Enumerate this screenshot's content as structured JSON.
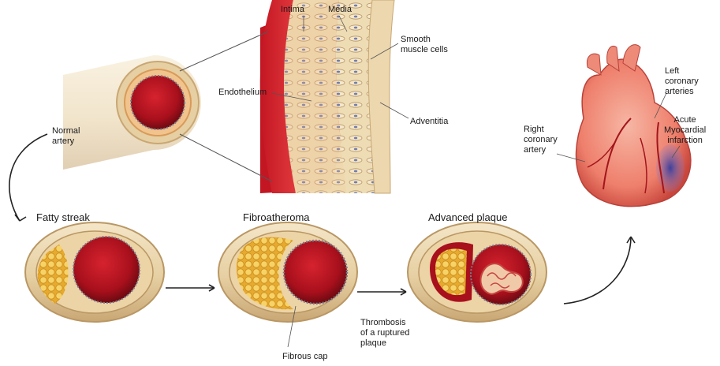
{
  "labels": {
    "intima": "Intima",
    "media": "Media",
    "smooth_muscle": "Smooth\nmuscle cells",
    "endothelium": "Endothelium",
    "adventitia": "Adventitia",
    "normal_artery": "Normal\nartery",
    "fatty_streak": "Fatty streak",
    "fibroatheroma": "Fibroatheroma",
    "advanced_plaque": "Advanced plaque",
    "fibrous_cap": "Fibrous cap",
    "thrombosis": "Thrombosis\nof a ruptured\nplaque",
    "left_coronary": "Left\ncoronary\narteries",
    "right_coronary": "Right\ncoronary\nartery",
    "acute_mi": "Acute\nMyocardial\ninfarction"
  },
  "colors": {
    "blood": "#a8101c",
    "blood_dark": "#6e0a12",
    "wall": "#e9d2a8",
    "wall_dark": "#c9a774",
    "fat": "#f3c44a",
    "heart": "#f08a78",
    "heart_dark": "#c8463c",
    "infarct": "#5a5fb0"
  }
}
